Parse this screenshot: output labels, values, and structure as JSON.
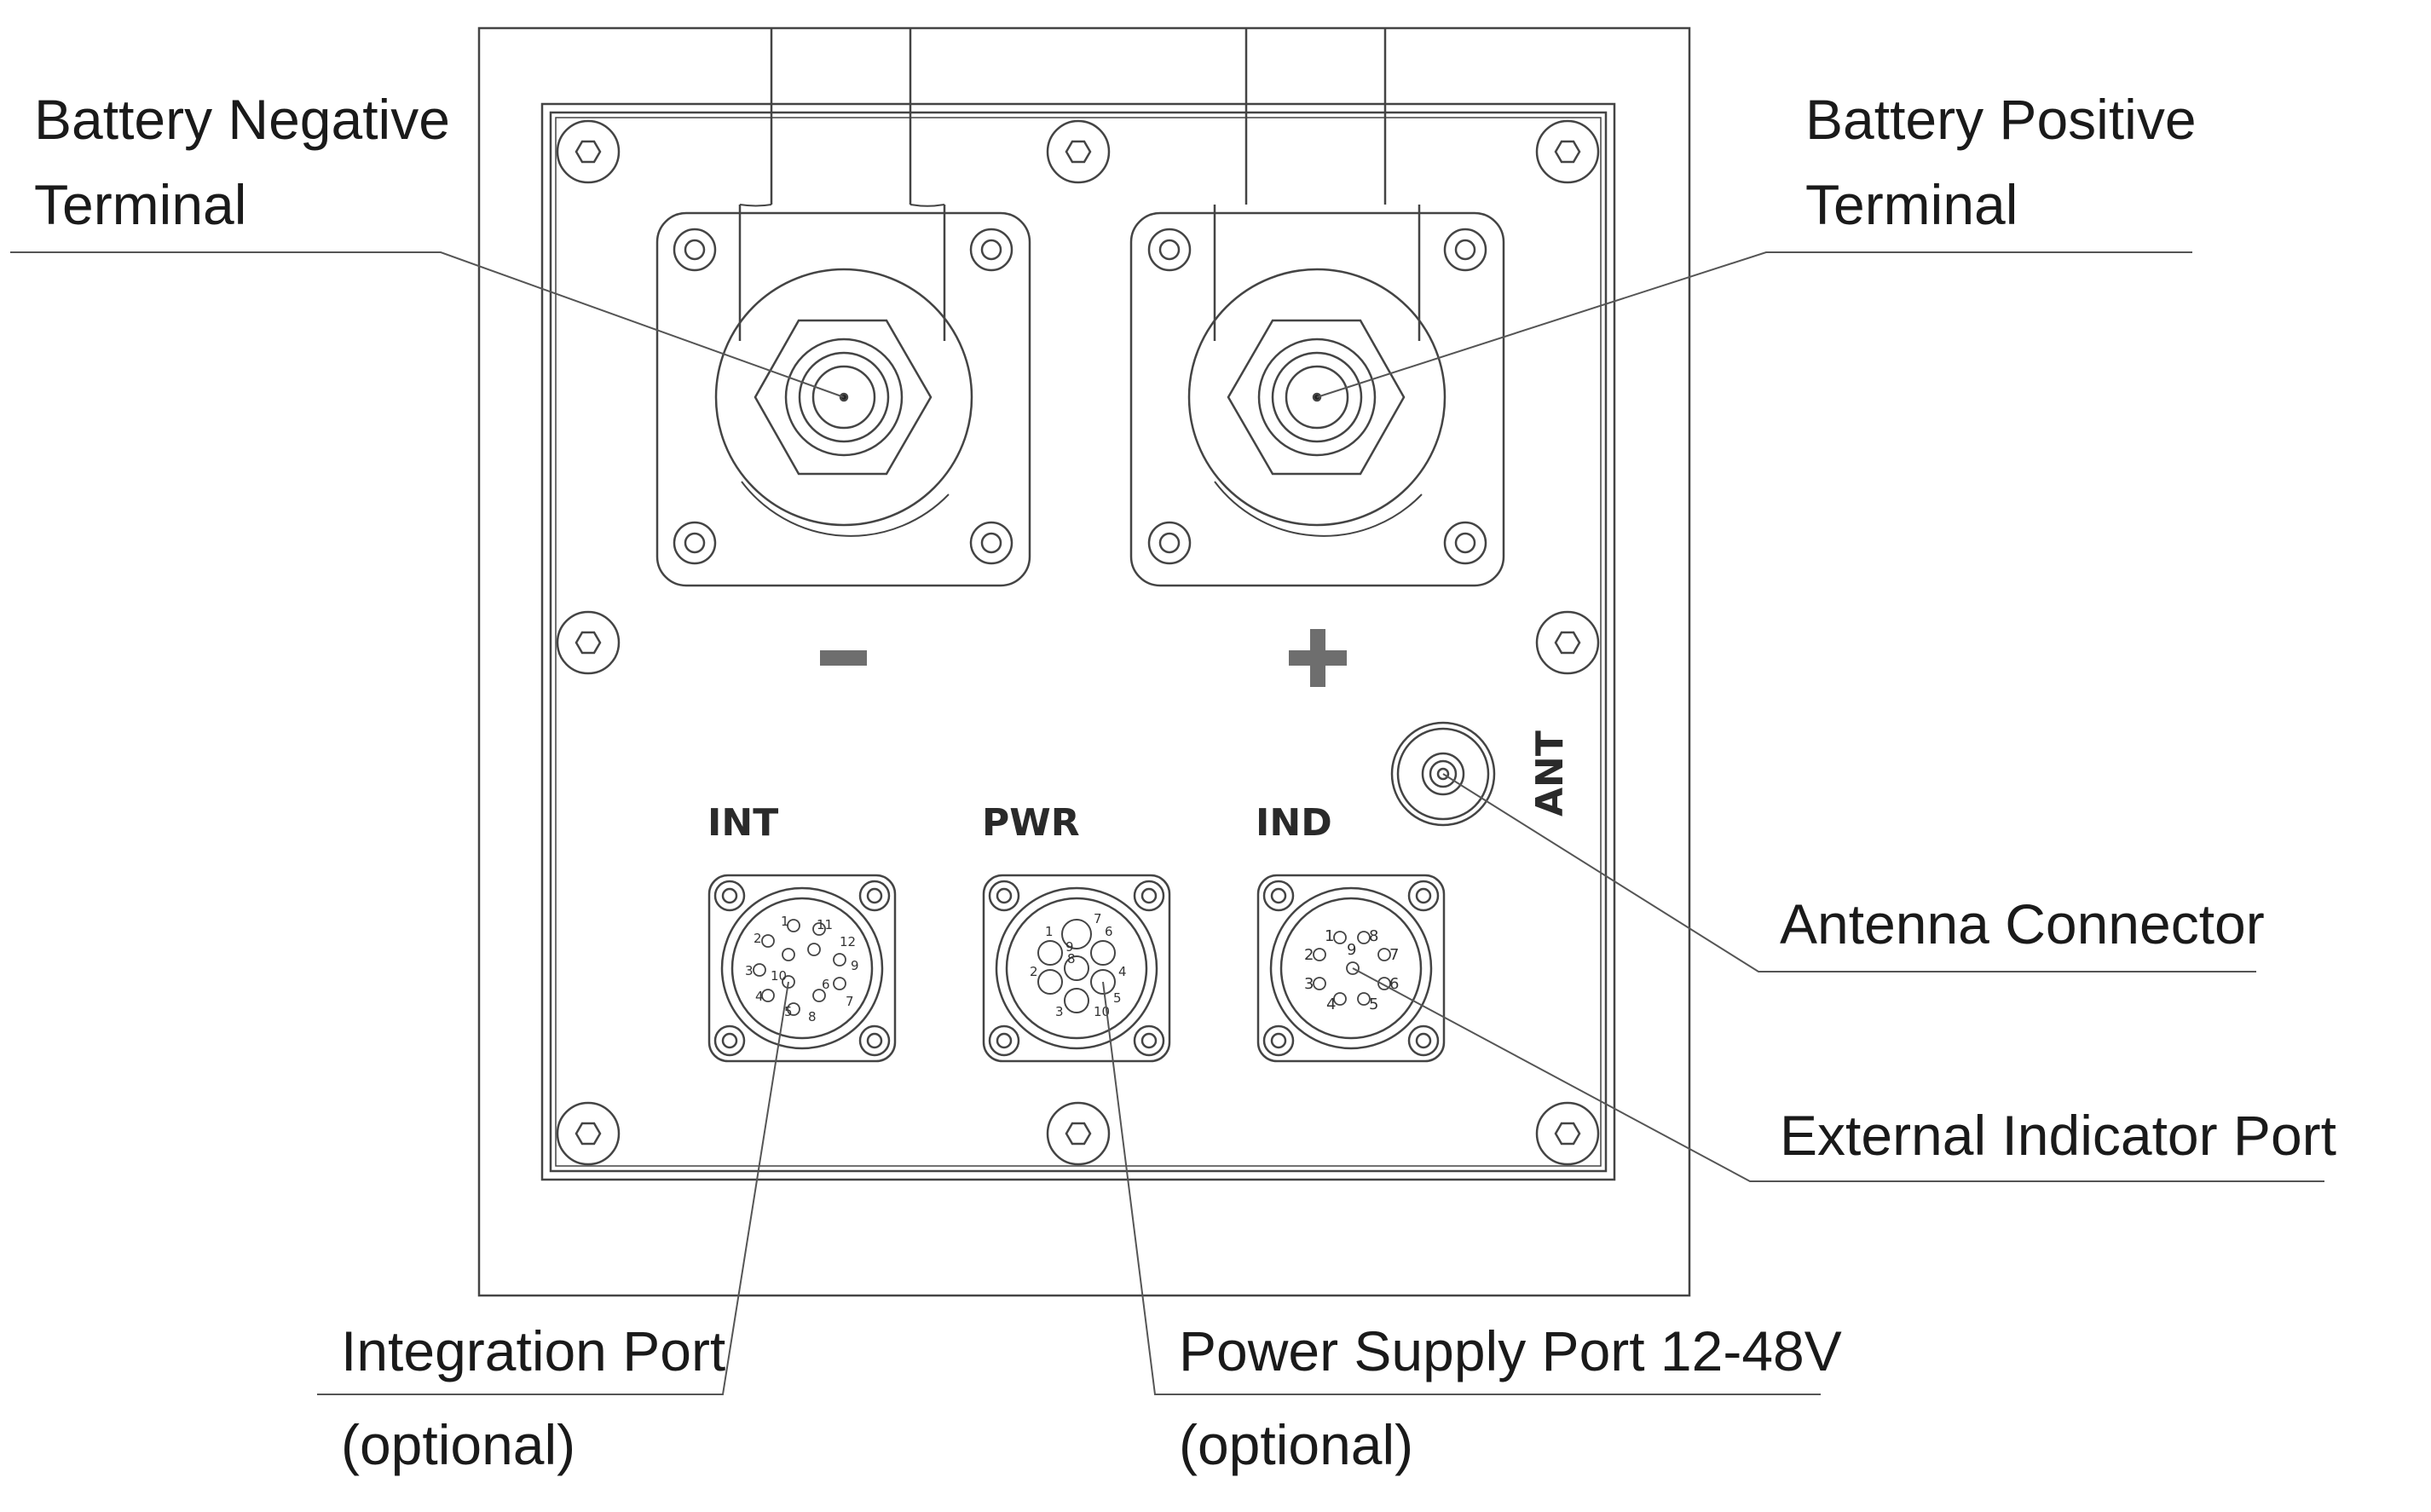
{
  "callouts": {
    "battery_negative": {
      "line1": "Battery Negative",
      "line2": "Terminal"
    },
    "battery_positive": {
      "line1": "Battery Positive",
      "line2": "Terminal"
    },
    "antenna": "Antenna Connector",
    "external_indicator": "External Indicator Port",
    "integration": {
      "line1": "Integration Port",
      "line2": "(optional)"
    },
    "power_supply": {
      "line1": "Power Supply Port 12-48V",
      "line2": "(optional)"
    }
  },
  "panel_labels": {
    "minus": "−",
    "plus": "+",
    "int": "INT",
    "pwr": "PWR",
    "ind": "IND",
    "ant": "ANT"
  },
  "pin_labels": {
    "int": [
      "1",
      "2",
      "3",
      "4",
      "5",
      "6",
      "7",
      "8",
      "9",
      "10",
      "11",
      "12"
    ],
    "pwr": [
      "1",
      "2",
      "3",
      "4",
      "5",
      "6",
      "7",
      "8",
      "9",
      "10"
    ],
    "ind": [
      "1",
      "2",
      "3",
      "4",
      "5",
      "6",
      "7",
      "8",
      "9"
    ]
  },
  "colors": {
    "line": "#444444",
    "text": "#1a1a1a",
    "mark": "#6e6e6e"
  }
}
